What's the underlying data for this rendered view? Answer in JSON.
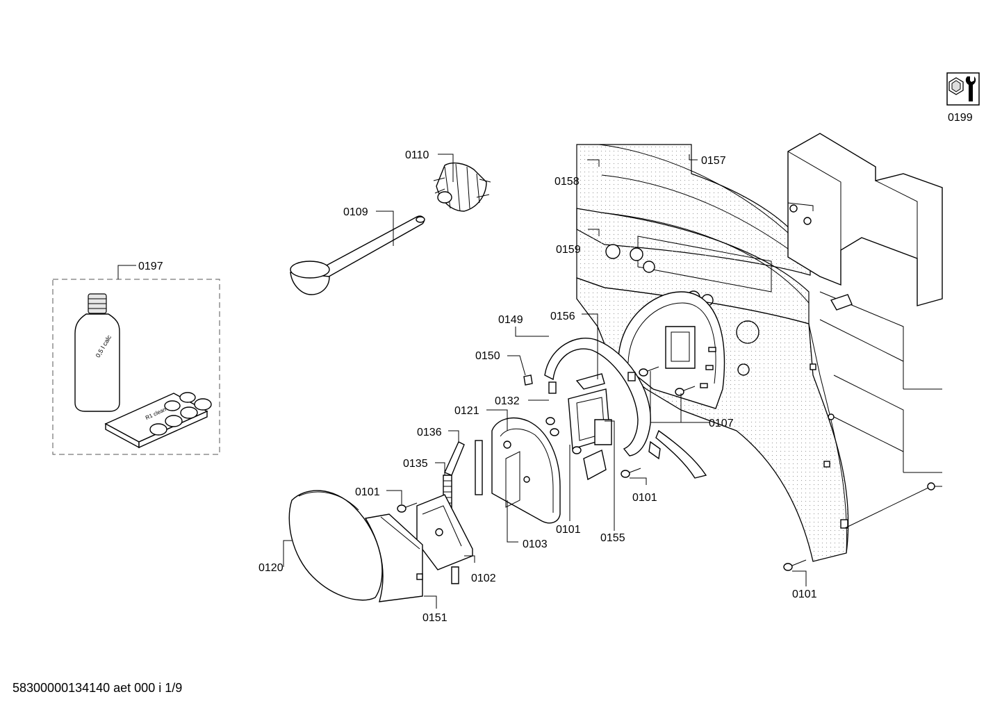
{
  "parts": {
    "p0199": "0199",
    "p0110": "0110",
    "p0109": "0109",
    "p0197": "0197",
    "p0158": "0158",
    "p0157": "0157",
    "p0159": "0159",
    "p0149": "0149",
    "p0156": "0156",
    "p0150": "0150",
    "p0132": "0132",
    "p0121": "0121",
    "p0107": "0107",
    "p0136": "0136",
    "p0135": "0135",
    "p0101a": "0101",
    "p0101b": "0101",
    "p0101c": "0101",
    "p0101d": "0101",
    "p0103": "0103",
    "p0155": "0155",
    "p0120": "0120",
    "p0102": "0102",
    "p0151": "0151"
  },
  "bottle": {
    "label": "0,5 l calc",
    "pack_label": "R1 clean"
  },
  "footer": "58300000134140 aet 000 i 1/9",
  "icons": {
    "tool": "nut-wrench-icon"
  }
}
